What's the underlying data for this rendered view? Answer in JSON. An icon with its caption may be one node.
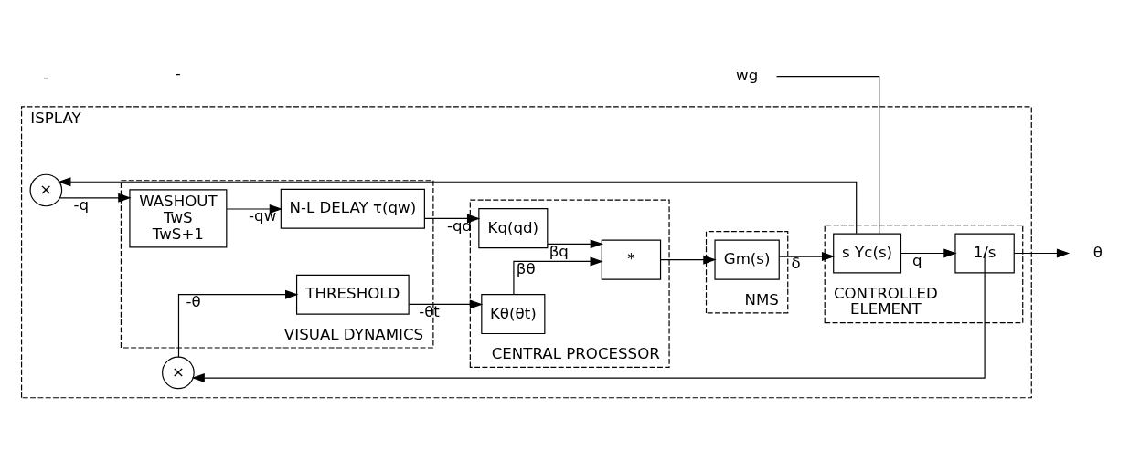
{
  "diagram": {
    "nodes": [
      {
        "text": [
          "ISPLAY"
        ]
      },
      {
        "text": [
          "VISUAL DYNAMICS"
        ],
        "in": 0
      },
      {
        "text": [
          "CENTRAL PROCESSOR"
        ],
        "in": 0
      },
      {
        "text": [
          "NMS"
        ],
        "in": 0
      },
      {
        "text": [
          "CONTROLLED ELEMENT"
        ],
        "in": 0
      },
      {
        "text": [
          "×"
        ],
        "in": 0
      },
      {
        "text": [
          "×"
        ],
        "in": 0
      },
      {
        "text": [
          "WASHOUT",
          "TwS",
          "TwS+1"
        ],
        "in": 1
      },
      {
        "text": [
          "N-L DELAY τ(qw)"
        ],
        "in": 1
      },
      {
        "text": [
          "THRESHOLD"
        ],
        "in": 1
      },
      {
        "text": [
          "Kq(qd)"
        ],
        "in": 2
      },
      {
        "text": [
          "Kθ(θt)"
        ],
        "in": 2
      },
      {
        "text": [
          "*"
        ],
        "in": 2
      },
      {
        "text": [
          "Gm(s)"
        ],
        "in": 3
      },
      {
        "text": [
          "s Yc(s)"
        ],
        "in": 4
      },
      {
        "text": [
          "1/s"
        ],
        "in": 4
      },
      {
        "text": [
          "wg"
        ]
      },
      {
        "text": [
          "θ"
        ]
      }
    ],
    "edges": [
      {
        "from": 5,
        "to": 7,
        "arrow": "to",
        "label": "-q"
      },
      {
        "from": 7,
        "to": 8,
        "arrow": "to",
        "label": "-qw"
      },
      {
        "from": 8,
        "to": 10,
        "arrow": "to",
        "label": "-qd"
      },
      {
        "from": 10,
        "to": 12,
        "arrow": "to",
        "label": "βq"
      },
      {
        "from": 6,
        "to": 9,
        "arrow": "to",
        "label": "-θ"
      },
      {
        "from": 9,
        "to": 11,
        "arrow": "to",
        "label": "-θt"
      },
      {
        "from": 11,
        "to": 12,
        "arrow": "to",
        "label": "βθ"
      },
      {
        "from": 12,
        "to": 13,
        "arrow": "to"
      },
      {
        "from": 13,
        "to": 14,
        "arrow": "to",
        "label": "δ"
      },
      {
        "from": 16,
        "to": 14,
        "arrow": "none"
      },
      {
        "from": 14,
        "to": 15,
        "arrow": "to",
        "label": "q"
      },
      {
        "from": 15,
        "to": 17,
        "arrow": "to"
      },
      {
        "from": 14,
        "to": 5,
        "arrow": "to"
      },
      {
        "from": 15,
        "to": 6,
        "arrow": "to"
      }
    ],
    "labels": [
      "-",
      "-"
    ]
  }
}
